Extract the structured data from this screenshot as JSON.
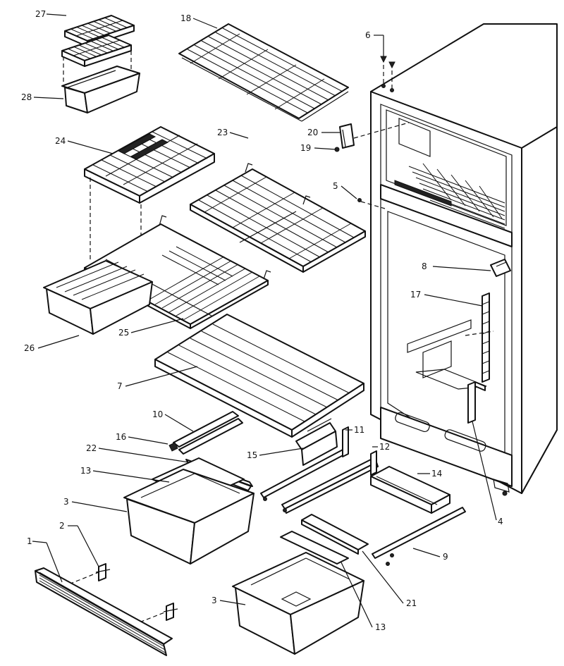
{
  "callouts": [
    {
      "id": "c27",
      "text": "27"
    },
    {
      "id": "c28",
      "text": "28"
    },
    {
      "id": "c18",
      "text": "18"
    },
    {
      "id": "c6",
      "text": "6"
    },
    {
      "id": "c20",
      "text": "20"
    },
    {
      "id": "c19",
      "text": "19"
    },
    {
      "id": "c24",
      "text": "24"
    },
    {
      "id": "c23",
      "text": "23"
    },
    {
      "id": "c5",
      "text": "5"
    },
    {
      "id": "c8",
      "text": "8"
    },
    {
      "id": "c17",
      "text": "17"
    },
    {
      "id": "c26",
      "text": "26"
    },
    {
      "id": "c25",
      "text": "25"
    },
    {
      "id": "c7",
      "text": "7"
    },
    {
      "id": "c10",
      "text": "10"
    },
    {
      "id": "c16",
      "text": "16"
    },
    {
      "id": "c11",
      "text": "11"
    },
    {
      "id": "c22",
      "text": "22"
    },
    {
      "id": "c15",
      "text": "15"
    },
    {
      "id": "c12",
      "text": "12"
    },
    {
      "id": "c13a",
      "text": "13"
    },
    {
      "id": "c14",
      "text": "14"
    },
    {
      "id": "c3a",
      "text": "3"
    },
    {
      "id": "c4",
      "text": "4"
    },
    {
      "id": "c2",
      "text": "2"
    },
    {
      "id": "c9",
      "text": "9"
    },
    {
      "id": "c1",
      "text": "1"
    },
    {
      "id": "c21",
      "text": "21"
    },
    {
      "id": "c3b",
      "text": "3"
    },
    {
      "id": "c13b",
      "text": "13"
    }
  ]
}
